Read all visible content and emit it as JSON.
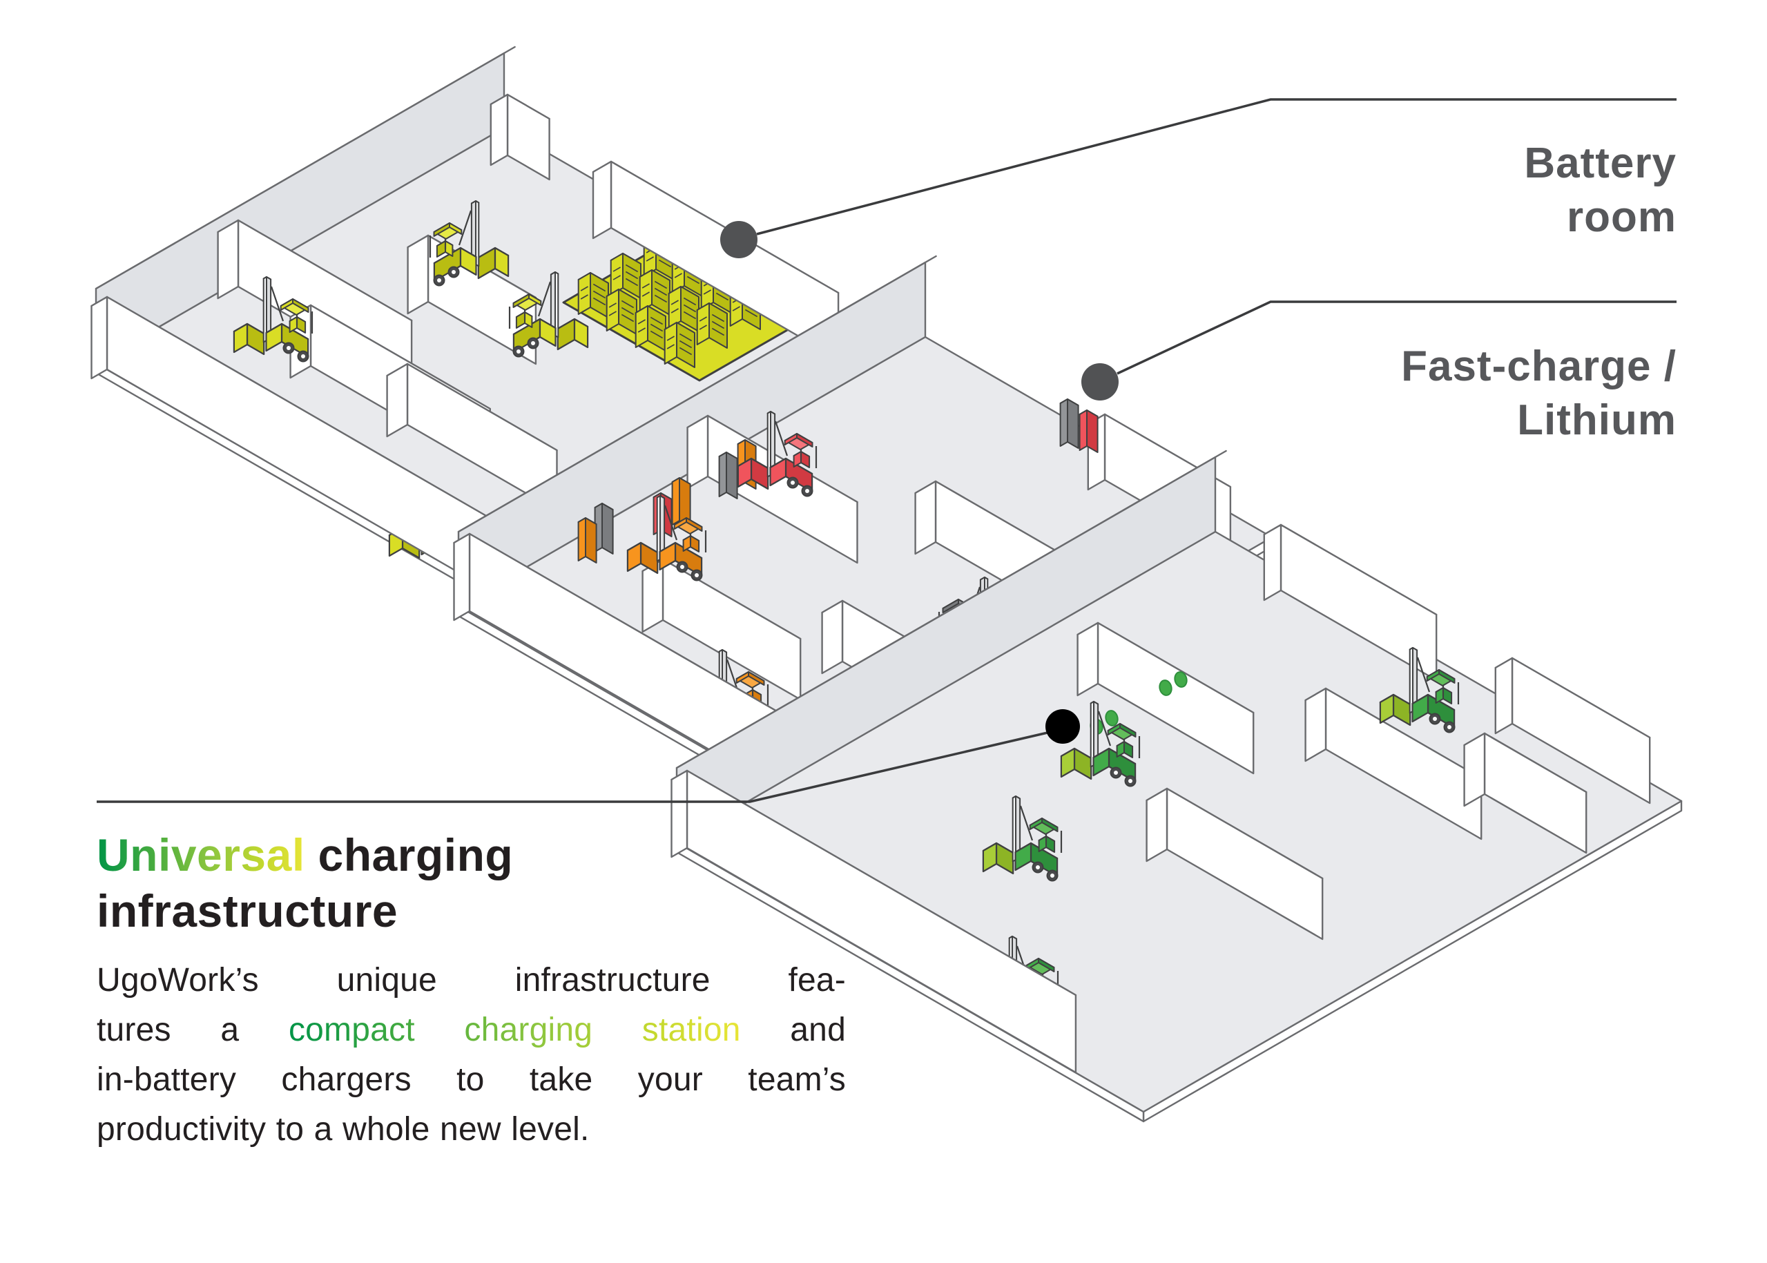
{
  "page": {
    "background": "#ffffff"
  },
  "callout_labels": {
    "battery": {
      "line1": "Battery",
      "line2": "room"
    },
    "fast_charge": {
      "line1": "Fast-charge /",
      "line2": "Lithium"
    }
  },
  "heading": {
    "line1": [
      {
        "text": "Universal",
        "style": "gradient"
      },
      {
        "text": " charging",
        "style": "plain"
      }
    ],
    "line2": [
      {
        "text": "infrastructure",
        "style": "plain"
      }
    ]
  },
  "body_lines": [
    [
      {
        "text": "UgoWork’s unique infrastructure fea-",
        "style": "plain"
      }
    ],
    [
      {
        "text": "tures a ",
        "style": "plain"
      },
      {
        "text": "compact charging station",
        "style": "gradient"
      },
      {
        "text": " and",
        "style": "plain"
      }
    ],
    [
      {
        "text": "in-battery chargers to take your team’s",
        "style": "plain"
      }
    ],
    [
      {
        "text": "productivity to a whole new level.",
        "style": "plain"
      }
    ]
  ],
  "warehouses": [
    {
      "id": "battery-room",
      "theme": "yellow",
      "feature": "battery room with charger cabinets"
    },
    {
      "id": "fast-charge-lithium",
      "theme": "orange-red-gray",
      "feature": "fast-charge pillars"
    },
    {
      "id": "universal-charging",
      "theme": "green",
      "feature": "compact charging stations"
    }
  ],
  "colors": {
    "label_text": "#57585b",
    "heading_text": "#231f20",
    "body_text": "#231f20",
    "gradient_start": "#009447",
    "gradient_mid": "#8dc63f",
    "gradient_end": "#e8e537",
    "outline": "#6a6b6e",
    "dark_outline": "#3f4041",
    "callout_line": "#3a3b3d",
    "dot_gray": "#515254",
    "dot_black": "#000000",
    "floor": "#e9eaed",
    "nw_face": "#e0e2e6",
    "wall": "#ffffff",
    "pad_yellow": "#d9dd25",
    "yellow": {
      "base": "#d9dd25",
      "top": "#e6ea45",
      "dark": "#b9bd12"
    },
    "orange": {
      "base": "#f7941e",
      "top": "#f9a843",
      "dark": "#d87c0e"
    },
    "red": {
      "base": "#f0545c",
      "top": "#f4757c",
      "dark": "#d13a42"
    },
    "gray": {
      "base": "#939598",
      "top": "#a8aaad",
      "dark": "#7b7d80"
    },
    "green": {
      "base": "#42ab49",
      "top": "#63bd5b",
      "dark": "#2e8f3c"
    },
    "lime": {
      "base": "#a8ce38",
      "top": "#bdda55",
      "dark": "#8db425"
    },
    "mast": {
      "base": "#f4f5f6",
      "top": "#ffffff",
      "dark": "#dcdddf"
    }
  }
}
